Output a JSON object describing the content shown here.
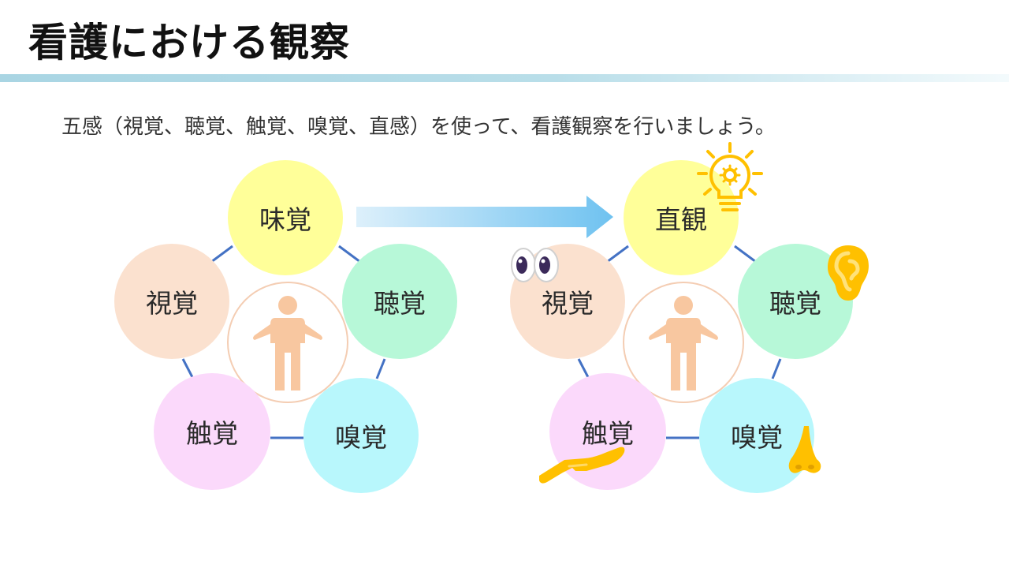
{
  "slide": {
    "title": "看護における観察",
    "subtitle": "五感（視覚、聴覚、触覚、嗅覚、直感）を使って、看護観察を行いましょう。"
  },
  "diagram_left": {
    "nodes": {
      "top": "味覚",
      "left": "視覚",
      "right": "聴覚",
      "bottom_left": "触覚",
      "bottom_right": "嗅覚"
    },
    "center_icon": "person-icon"
  },
  "diagram_right": {
    "nodes": {
      "top": "直観",
      "left": "視覚",
      "right": "聴覚",
      "bottom_left": "触覚",
      "bottom_right": "嗅覚"
    },
    "center_icon": "person-icon",
    "icons": [
      "lightbulb-icon",
      "eyes-icon",
      "ear-icon",
      "hand-icon",
      "nose-icon"
    ]
  },
  "colors": {
    "yellow": "#ffff99",
    "peach": "#fbe1cf",
    "green": "#b7f8d8",
    "pink": "#fbd9fb",
    "cyan": "#b8f7fc",
    "connector": "#4472c4",
    "person": "#f8c7a0",
    "icon_gold": "#ffc000",
    "arrow": "#6fc2f0"
  }
}
